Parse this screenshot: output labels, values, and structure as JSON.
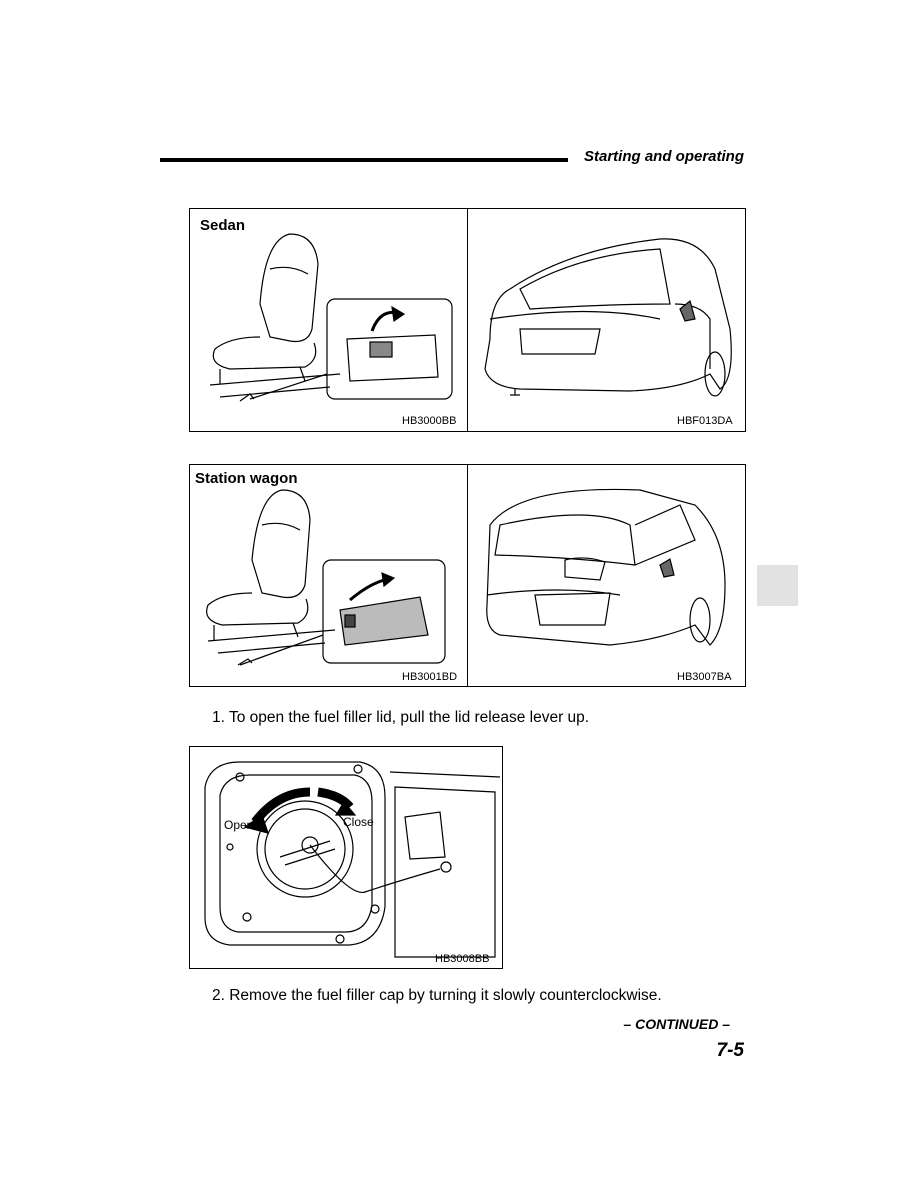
{
  "header": {
    "section_title": "Starting and operating"
  },
  "figures": [
    {
      "label": "Sedan",
      "left_code": "HB3000BB",
      "right_code": "HBF013DA"
    },
    {
      "label": "Station wagon",
      "left_code": "HB3001BD",
      "right_code": "HB3007BA"
    },
    {
      "code": "HB3008BB",
      "open_label": "Open",
      "close_label": "Close"
    }
  ],
  "steps": [
    "1.  To open the fuel filler lid, pull the lid release lever up.",
    "2.  Remove the fuel filler cap by turning it slowly counterclockwise."
  ],
  "footer": {
    "continued": "– CONTINUED –",
    "page_number": "7-5"
  }
}
